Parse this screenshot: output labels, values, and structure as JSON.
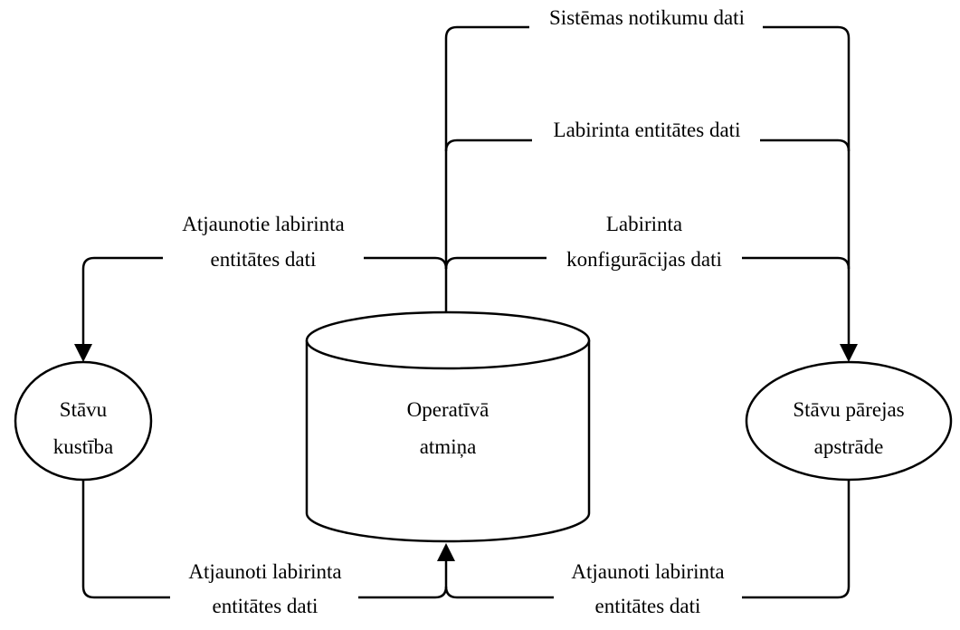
{
  "nodes": {
    "left_process": {
      "line1": "Stāvu",
      "line2": "kustība"
    },
    "storage": {
      "line1": "Operatīvā",
      "line2": "atmiņa"
    },
    "right_process": {
      "line1": "Stāvu pārejas",
      "line2": "apstrāde"
    }
  },
  "flows": {
    "system_events": "Sistēmas notikumu dati",
    "entity_data": "Labirinta entitātes dati",
    "config": {
      "line1": "Labirinta",
      "line2": "konfigurācijas dati"
    },
    "updated_to_left": {
      "line1": "Atjaunotie labirinta",
      "line2": "entitātes dati"
    },
    "updated_from_left": {
      "line1": "Atjaunoti labirinta",
      "line2": "entitātes dati"
    },
    "updated_from_right": {
      "line1": "Atjaunoti labirinta",
      "line2": "entitātes dati"
    }
  }
}
